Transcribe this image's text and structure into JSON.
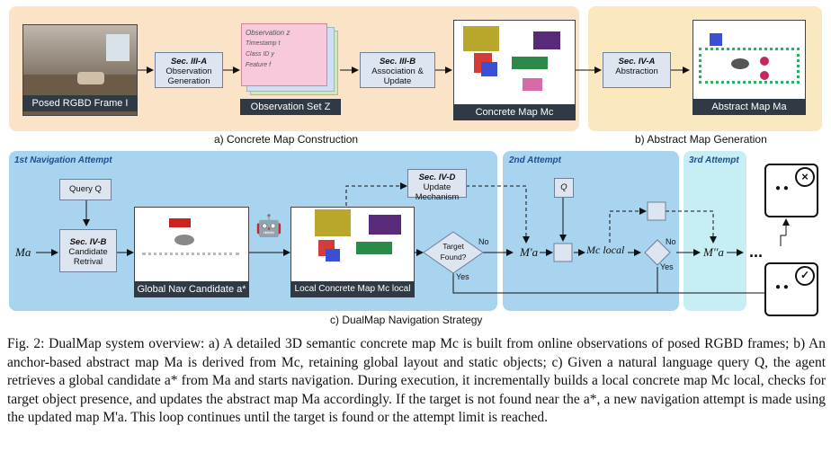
{
  "sec_a": {
    "frame_label": "Posed RGBD Frame I",
    "box1_sec": "Sec. III-A",
    "box1_text": "Observation Generation",
    "obs_card_title": "Observation z",
    "obs_card_lines": [
      "Timestamp t",
      "Class ID y",
      "Feature f"
    ],
    "obs_label": "Observation Set Z",
    "box2_sec": "Sec. III-B",
    "box2_text": "Association & Update",
    "concrete_label": "Concrete Map Mc",
    "caption": "a) Concrete Map Construction"
  },
  "sec_b": {
    "box_sec": "Sec. IV-A",
    "box_text": "Abstraction",
    "abstract_label": "Abstract Map Ma",
    "caption": "b) Abstract Map Generation"
  },
  "sec_c": {
    "attempt1": "1st Navigation Attempt",
    "attempt2": "2nd Attempt",
    "attempt3": "3rd Attempt",
    "query_label": "Query Q",
    "ma_label": "Ma",
    "retrieval_sec": "Sec. IV-B",
    "retrieval_text": "Candidate Retrival",
    "global_label": "Global Nav Candidate a*",
    "local_label": "Local Concrete Map Mc local",
    "update_sec": "Sec. IV-D",
    "update_text": "Update Mechanism",
    "diamond_text": "Target Found?",
    "no": "No",
    "yes": "Yes",
    "q2": "Q",
    "ma_prime": "M'a",
    "mc_local": "Mc local",
    "ma_dprime": "M''a",
    "dots": "...",
    "caption": "c) DualMap Navigation Strategy"
  },
  "figure_caption": "Fig. 2: DualMap system overview: a) A detailed 3D semantic concrete map Mc is built from online observations of posed RGBD frames; b) An anchor-based abstract map Ma is derived from Mc, retaining global layout and static objects; c) Given a natural language query Q, the agent retrieves a global candidate a* from Ma and starts navigation. During execution, it incrementally builds a local concrete map Mc local, checks for target object presence, and updates the abstract map Ma accordingly. If the target is not found near the a*, a new navigation attempt is made using the updated map M'a. This loop continues until the target is found or the attempt limit is reached."
}
